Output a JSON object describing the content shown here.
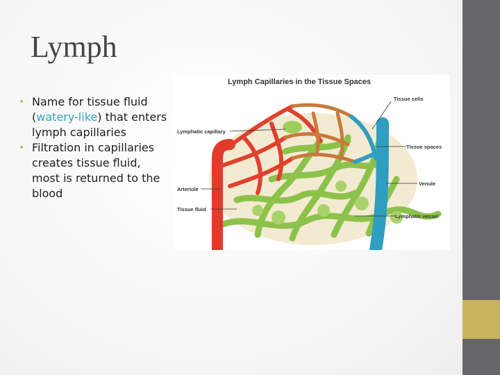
{
  "slide": {
    "title": "Lymph",
    "bullets": [
      {
        "before": "Name for tissue fluid (",
        "highlight": "watery-like",
        "after": ") that enters lymph capillaries"
      },
      {
        "before": "Filtration in capillaries creates tissue fluid, most is returned to the blood"
      }
    ]
  },
  "figure": {
    "title": "Lymph Capillaries in the Tissue Spaces",
    "labels": {
      "tissue_cells": "Tissue cells",
      "lymphatic_capillary": "Lymphatic capillary",
      "tissue_spaces": "Tissue spaces",
      "arteriole": "Arteriole",
      "venule": "Venule",
      "tissue_fluid": "Tissue fluid",
      "lymphatic_vessel": "Lymphatic vessel"
    }
  },
  "colors": {
    "bullet": "#c8b45a",
    "highlight_text": "#3aa0c0",
    "sidebar": "#66656a",
    "sidebar_accent": "#c8b45a"
  }
}
